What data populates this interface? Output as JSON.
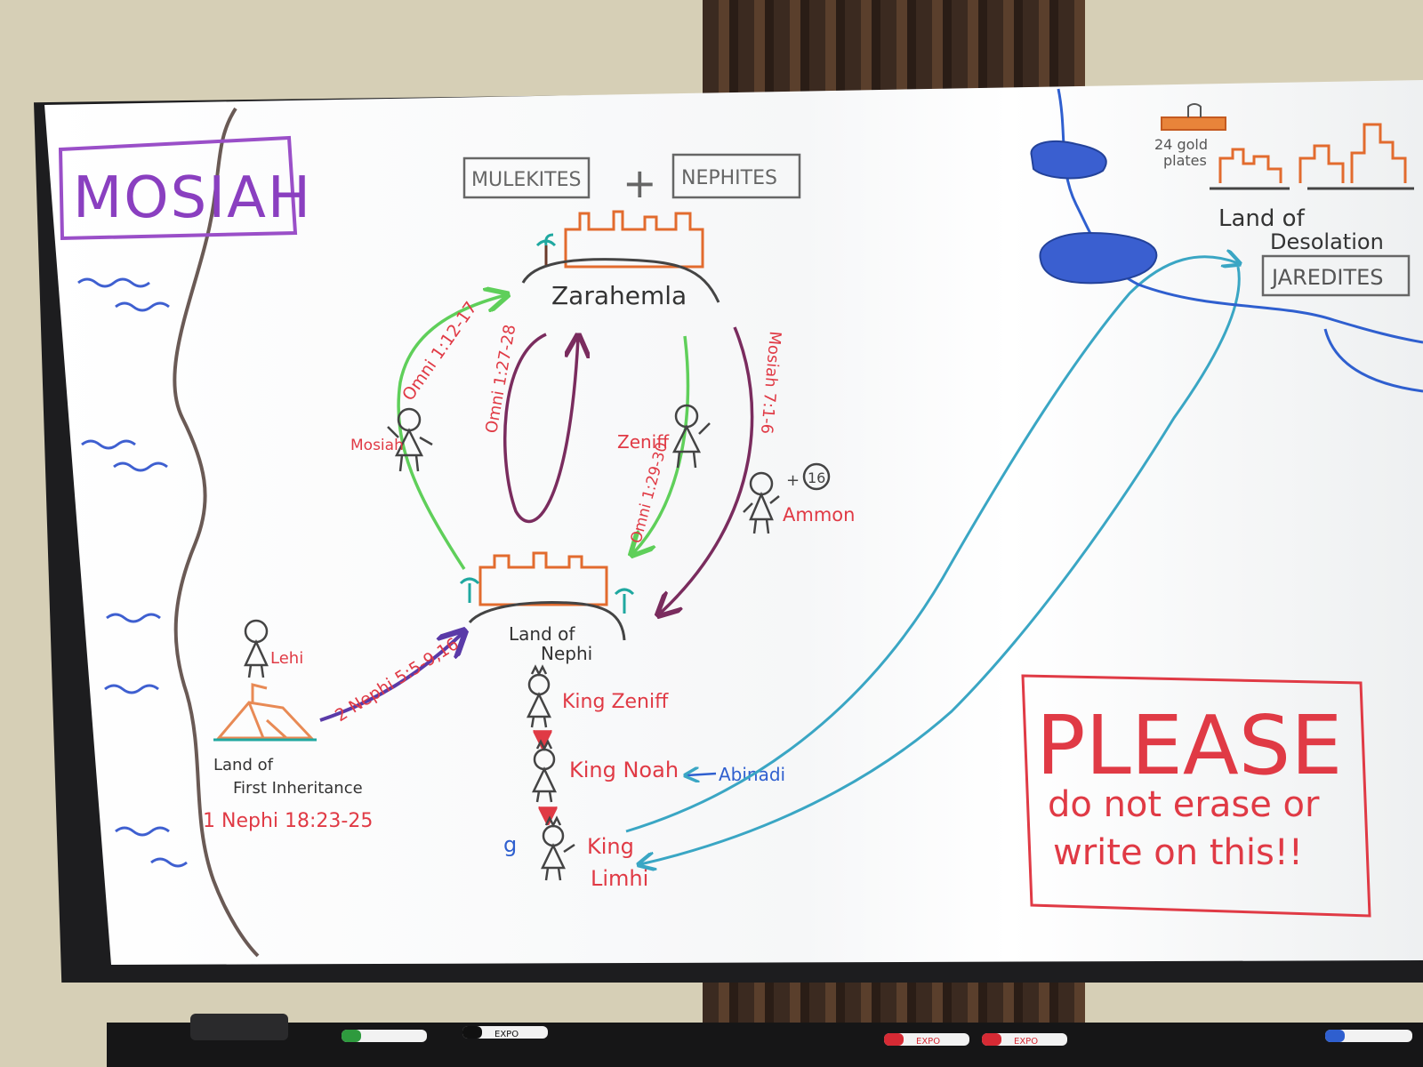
{
  "board": {
    "title": "MOSIAH",
    "groups": [
      "MULEKITES",
      "NEPHITES"
    ],
    "plus": "+",
    "cities": {
      "zarahemla": "Zarahemla",
      "nephi_line1": "Land of",
      "nephi_line2": "Nephi",
      "first_inheritance_line1": "Land of",
      "first_inheritance_line2": "First Inheritance",
      "desolation_line1": "Land of",
      "desolation_line2": "Desolation"
    },
    "jaredites": "JAREDITES",
    "gold_plates_line1": "24 gold",
    "gold_plates_line2": "plates",
    "people": {
      "mosiah": "Mosiah",
      "zeniff": "Zeniff",
      "ammon": "Ammon",
      "lehi": "Lehi",
      "king_zeniff": "King Zeniff",
      "king_noah": "King Noah",
      "abinadi": "Abinadi",
      "king_limhi_line1": "King",
      "king_limhi_line2": "Limhi",
      "ammon_badge": "16",
      "ammon_plus": "+",
      "limhi_mark": "g"
    },
    "references": {
      "omni_12_17": "Omni 1:12-17",
      "omni_27_28": "Omni 1:27-28",
      "omni_29_30": "Omni 1:29-30",
      "mosiah_7": "Mosiah 7:1-6",
      "nephi2_5": "2 Nephi 5:5-9,16",
      "nephi1_18": "1 Nephi 18:23-25"
    },
    "notice": {
      "headline": "PLEASE",
      "line1": "do not erase or",
      "line2": "write on this!!"
    },
    "markers": [
      "EXPO",
      "EXPO",
      "EXPO"
    ],
    "colors": {
      "purple": "#7a3fb5",
      "red": "#e03a45",
      "green": "#5fcf5a",
      "teal": "#3aa6c4",
      "blue": "#2f5fcf",
      "orange": "#e26b2e",
      "ink": "#3a3a3a",
      "plum": "#7a2c5e"
    }
  }
}
